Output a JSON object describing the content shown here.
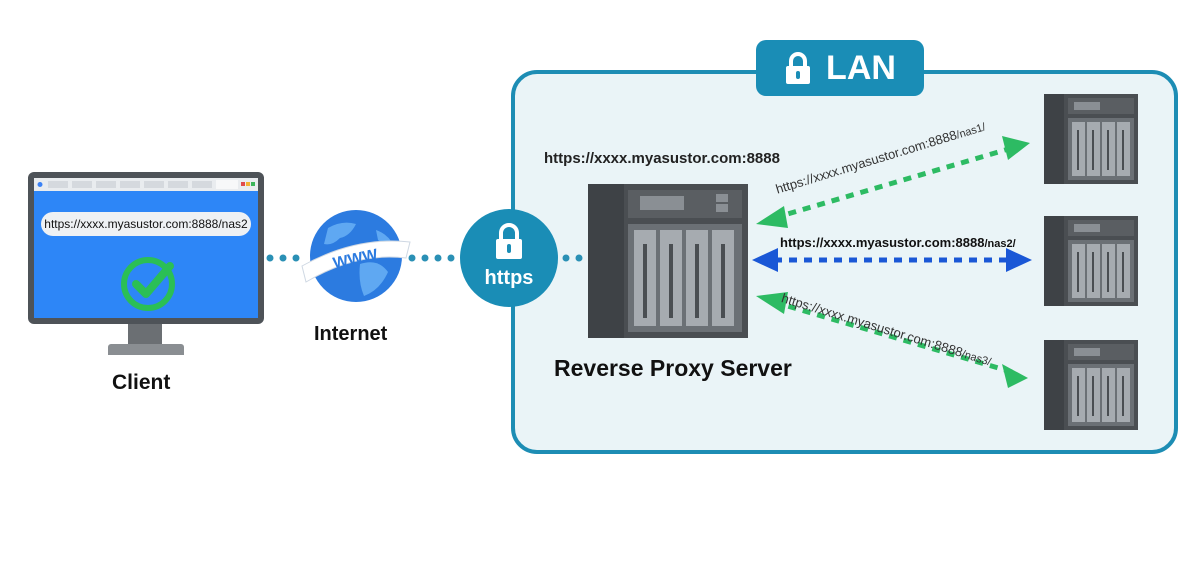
{
  "client": {
    "label": "Client",
    "url": "https://xxxx.myasustor.com:8888/nas2",
    "tab_labels": [
      "",
      "",
      "",
      "",
      "",
      "",
      "",
      "",
      ""
    ]
  },
  "internet": {
    "label": "Internet",
    "globe_text": "WWW"
  },
  "https_node": {
    "label": "https"
  },
  "lan": {
    "label": "LAN"
  },
  "proxy": {
    "label": "Reverse Proxy Server",
    "url": "https://xxxx.myasustor.com:8888"
  },
  "routes": [
    {
      "url_main": "https://xxxx.myasustor.com:8888",
      "url_path": "/nas1/",
      "color": "#2dbb63"
    },
    {
      "url_main": "https://xxxx.myasustor.com:8888",
      "url_path": "/nas2/",
      "color": "#1a57d6"
    },
    {
      "url_main": "https://xxxx.myasustor.com:8888",
      "url_path": "/nas3/",
      "color": "#2dbb63"
    }
  ],
  "colors": {
    "accent": "#1a8db6",
    "dots": "#2a90b5",
    "check": "#2bbf55",
    "nas_dark": "#4a4e52",
    "nas_light": "#7b8085"
  },
  "icons": [
    "lock-icon",
    "checkmark-icon",
    "globe-icon",
    "nas-icon"
  ]
}
